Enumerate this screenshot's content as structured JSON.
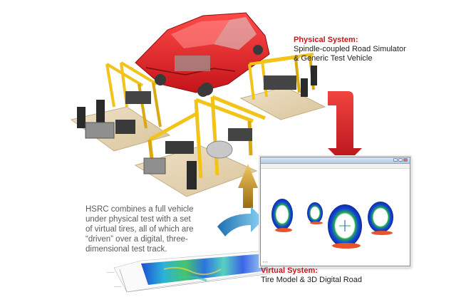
{
  "physical_system": {
    "heading": "Physical System:",
    "line1": "Spindle-coupled Road Simulator",
    "line2": "& Generic Test Vehicle"
  },
  "description": {
    "lines": [
      "HSRC combines a full vehicle",
      "under physical test with a set",
      "of virtual tires, all of which are",
      "“driven” over a digital, three-",
      "dimensional test track."
    ]
  },
  "virtual_system": {
    "heading": "Virtual System:",
    "line1": "Tire Model & 3D Digital Road"
  },
  "colors": {
    "brand_red": "#c8161d",
    "arrow_red": "#e0262b",
    "arrow_gold": "#c89a2a",
    "arrow_blue": "#3aa0dc",
    "rig_yellow": "#f2c319",
    "car_red": "#e51e25"
  },
  "icons": {
    "down_arrow": "red-down-arrow-icon",
    "up_arrow": "gold-up-arrow-icon",
    "right_arrow": "blue-right-arrow-icon"
  }
}
